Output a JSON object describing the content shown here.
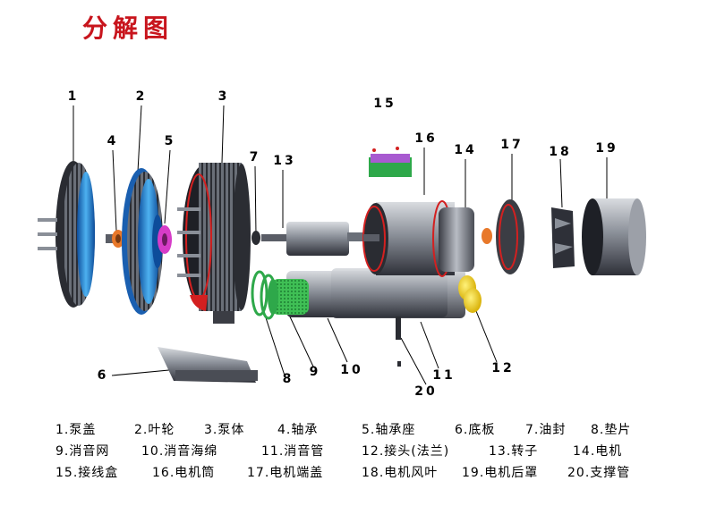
{
  "title": "分解图",
  "callouts": {
    "c1": "1",
    "c2": "2",
    "c3": "3",
    "c4": "4",
    "c5": "5",
    "c6": "6",
    "c7": "7",
    "c8": "8",
    "c9": "9",
    "c10": "10",
    "c11": "11",
    "c12": "12",
    "c13": "13",
    "c14": "14",
    "c15": "15",
    "c16": "16",
    "c17": "17",
    "c18": "18",
    "c19": "19",
    "c20": "20"
  },
  "legend": {
    "rows": [
      [
        "1.泵盖",
        "2.叶轮",
        "3.泵体",
        "4.轴承",
        "5.轴承座",
        "6.底板",
        "7.油封",
        "8.垫片"
      ],
      [
        "9.消音网",
        "10.消音海绵",
        "11.消音管",
        "12.接头(法兰)",
        "13.转子",
        "14.电机"
      ],
      [
        "15.接线盒",
        "16.电机筒",
        "17.电机端盖",
        "18.电机风叶",
        "19.电机后罩",
        "20.支撑管"
      ]
    ]
  },
  "colors": {
    "title": "#c8151d",
    "blade_blue": "#2a8fd8",
    "accent_red": "#d32020",
    "magenta": "#d63cc8",
    "green": "#2ea84a",
    "yellow": "#f2d21a",
    "orange": "#e8782a",
    "metal_dark": "#3b3d44",
    "metal_mid": "#7c818c",
    "metal_light": "#c4c8ce"
  }
}
